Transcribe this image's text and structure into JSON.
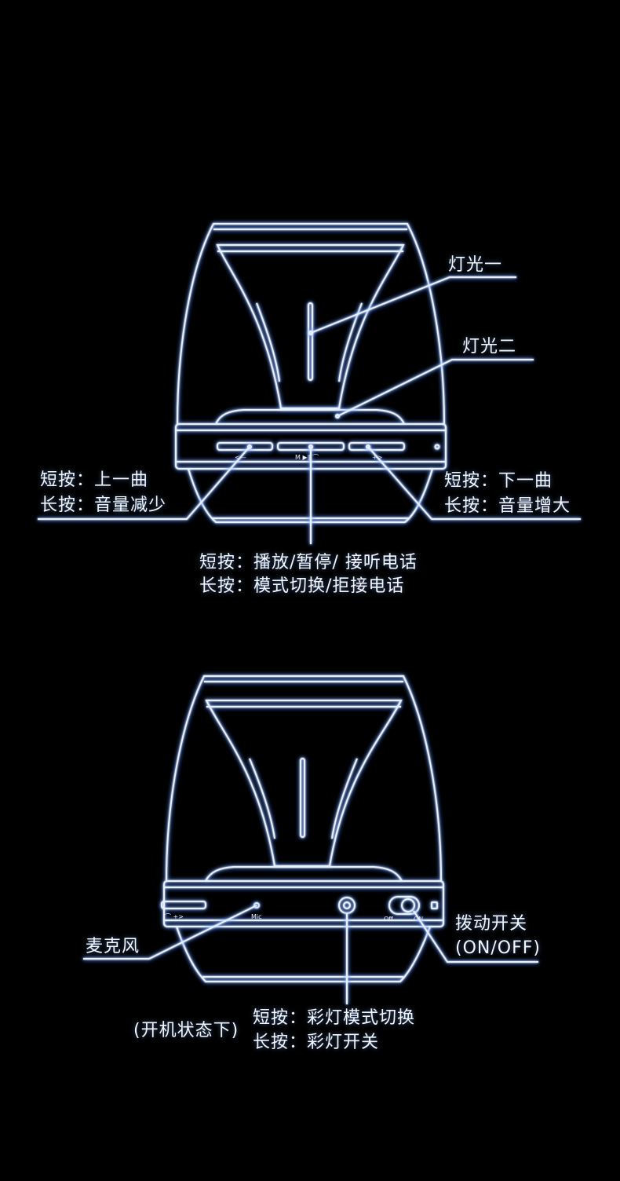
{
  "top_speaker": {
    "light_one": "灯光一",
    "light_two": "灯光二",
    "left_button": {
      "short": "短按：上一曲",
      "long": "长按：音量减少"
    },
    "right_button": {
      "short": "短按：下一曲",
      "long": "长按：音量增大"
    },
    "middle_button": {
      "short": "短按：播放/暂停/ 接听电话",
      "long": "长按：模式切换/拒接电话"
    },
    "button_marks": {
      "left": "<—",
      "middle": "M ▶ǁ ⌒",
      "right": "+>"
    }
  },
  "bottom_speaker": {
    "microphone": "麦克风",
    "switch_line1": "拨动开关",
    "switch_line2": "(ON/OFF)",
    "power_state": "(开机状态下)",
    "light_button": {
      "short": "短按：彩灯模式切换",
      "long": "长按：彩灯开关"
    },
    "port_marks": {
      "mic": "Mic",
      "off": "Off",
      "on": "ON",
      "keys": "⌒ +>"
    }
  },
  "colors": {
    "line": "#e8f1ff",
    "glow": "#4a8cff",
    "background": "#000000"
  }
}
